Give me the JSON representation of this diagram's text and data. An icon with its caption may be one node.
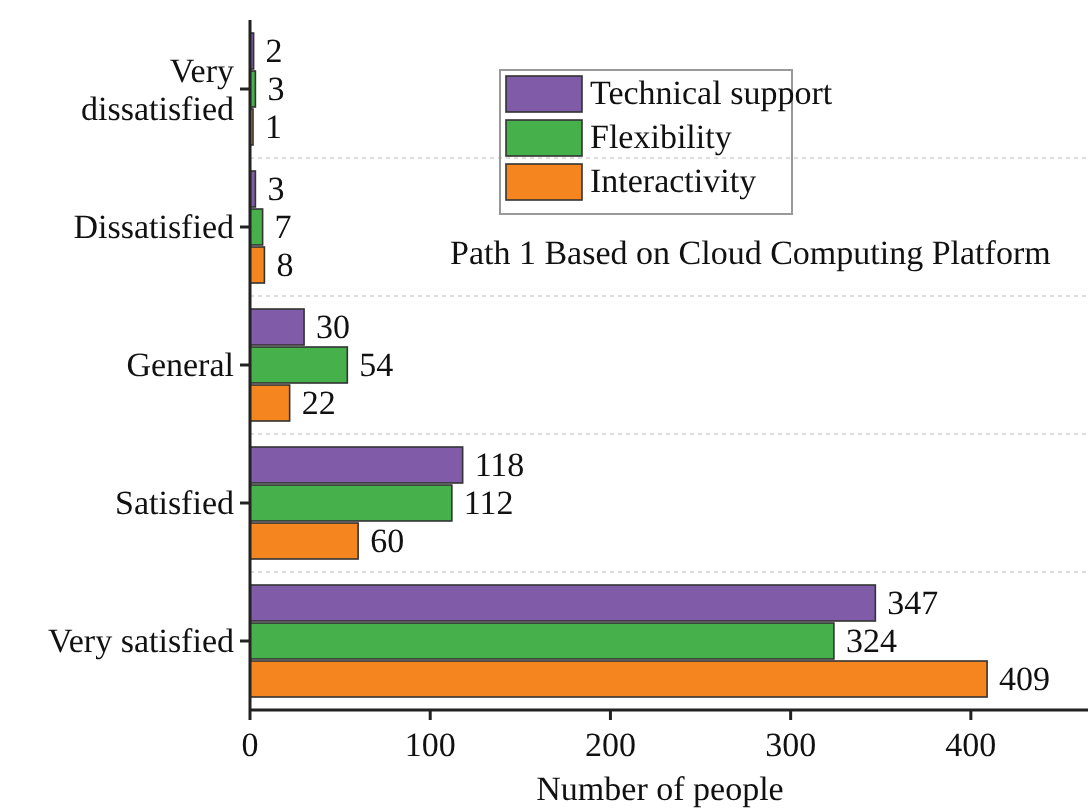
{
  "diagram": {
    "chart_data": {
      "type": "bar",
      "orientation": "horizontal",
      "title": "Path 1 Based on Cloud Computing Platform",
      "xlabel": "Number of people",
      "categories": [
        "Very dissatisfied",
        "Dissatisfied",
        "General",
        "Satisfied",
        "Very satisfied"
      ],
      "series": [
        {
          "name": "Technical support",
          "color": "#7f5ba8",
          "values": [
            2,
            3,
            30,
            118,
            347
          ]
        },
        {
          "name": "Flexibility",
          "color": "#46b04a",
          "values": [
            3,
            7,
            54,
            112,
            324
          ]
        },
        {
          "name": "Interactivity",
          "color": "#f5851f",
          "values": [
            1,
            8,
            22,
            60,
            409
          ]
        }
      ],
      "legend": "upper center",
      "xlim": [
        0,
        465
      ],
      "xticks": [
        0,
        100,
        200,
        300,
        400
      ],
      "data_labels": true
    }
  }
}
